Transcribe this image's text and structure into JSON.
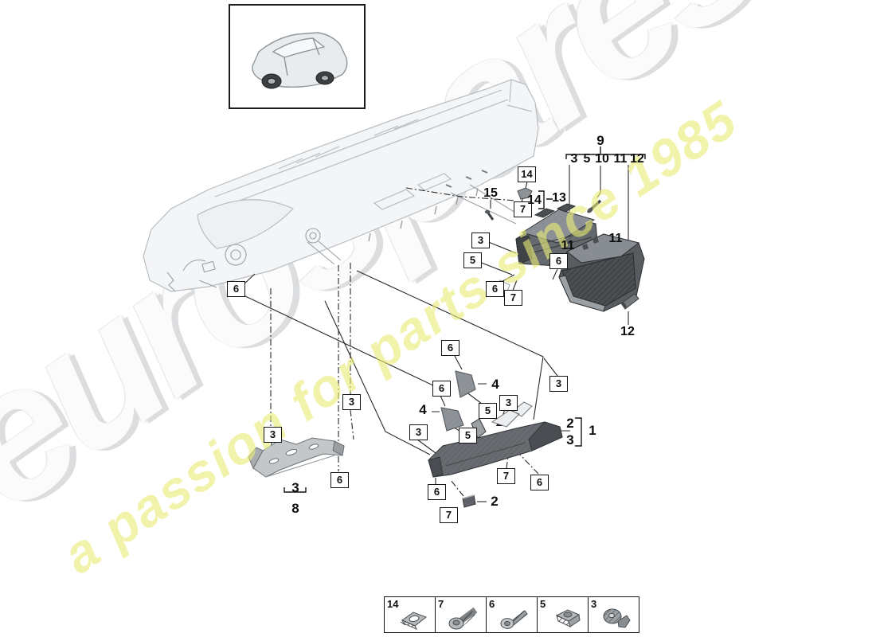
{
  "watermark": {
    "brand_text": "eurospares",
    "tagline_text": "a passion for parts since 1985",
    "brand_color": "#e9eaea",
    "tagline_color": "#e9ec78"
  },
  "colors": {
    "background": "#ffffff",
    "callout_border": "#141414",
    "leader_line": "#2a2a2a",
    "sketch_line": "#b7bdc2",
    "dark_part": "#55595d",
    "light_part": "#c3c7ca"
  },
  "callouts": {
    "boxed": [
      {
        "text": "14"
      },
      {
        "text": "7"
      },
      {
        "text": "3"
      },
      {
        "text": "5"
      },
      {
        "text": "6"
      },
      {
        "text": "7"
      },
      {
        "text": "6"
      },
      {
        "text": "6"
      },
      {
        "text": "6"
      },
      {
        "text": "6"
      },
      {
        "text": "5"
      },
      {
        "text": "3"
      },
      {
        "text": "3"
      },
      {
        "text": "3"
      },
      {
        "text": "3"
      },
      {
        "text": "3"
      },
      {
        "text": "5"
      },
      {
        "text": "6"
      },
      {
        "text": "7"
      },
      {
        "text": "6"
      },
      {
        "text": "6"
      },
      {
        "text": "7"
      }
    ],
    "plain": [
      {
        "text": "9"
      },
      {
        "text": "3"
      },
      {
        "text": "5"
      },
      {
        "text": "10"
      },
      {
        "text": "11"
      },
      {
        "text": "12"
      },
      {
        "text": "15"
      },
      {
        "text": "14"
      },
      {
        "text": "13"
      },
      {
        "text": "11"
      },
      {
        "text": "11"
      },
      {
        "text": "12"
      },
      {
        "text": "4"
      },
      {
        "text": "4"
      },
      {
        "text": "2"
      },
      {
        "text": "2"
      },
      {
        "text": "3"
      },
      {
        "text": "1"
      },
      {
        "text": "3"
      },
      {
        "text": "8"
      }
    ]
  },
  "legend": {
    "items": [
      {
        "number": "14",
        "icon": "clip-nut-icon"
      },
      {
        "number": "7",
        "icon": "screw-washer-icon"
      },
      {
        "number": "6",
        "icon": "tapping-screw-icon"
      },
      {
        "number": "5",
        "icon": "cage-nut-icon"
      },
      {
        "number": "3",
        "icon": "expander-rivet-icon"
      }
    ]
  }
}
